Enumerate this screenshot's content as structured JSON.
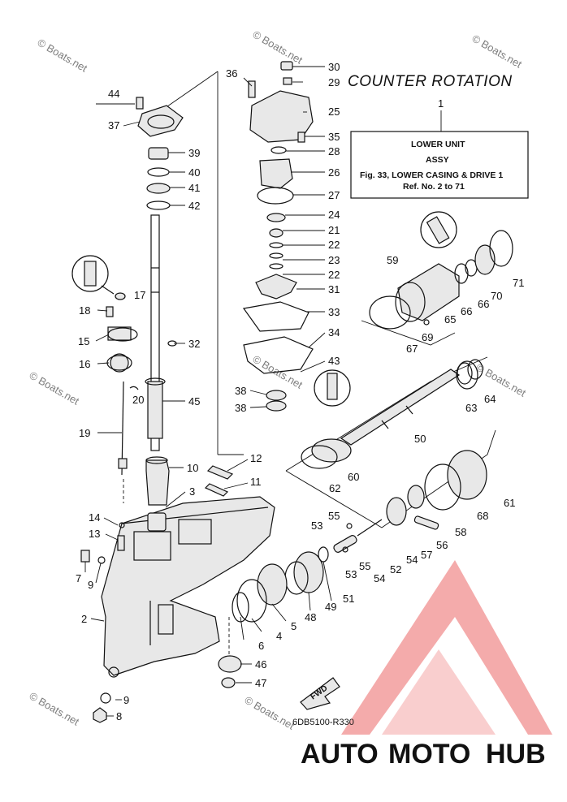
{
  "header": {
    "title": "COUNTER ROTATION"
  },
  "info_box": {
    "ref_number": "1",
    "line1": "LOWER UNIT",
    "line2": "ASSY",
    "line3": "Fig. 33, LOWER CASING & DRIVE 1",
    "line4": "Ref. No. 2 to 71"
  },
  "drawing_code": "6DB5100-R330",
  "fwd_label": "FWD",
  "watermark": "© Boats.net",
  "brand": {
    "part1": "AUTO",
    "part2": "MOTO",
    "part3": "HUB"
  },
  "callouts": {
    "c2": "2",
    "c3": "3",
    "c4": "4",
    "c5": "5",
    "c6": "6",
    "c7": "7",
    "c8": "8",
    "c9a": "9",
    "c9b": "9",
    "c10": "10",
    "c11": "11",
    "c12": "12",
    "c13": "13",
    "c14": "14",
    "c15": "15",
    "c16": "16",
    "c17": "17",
    "c18": "18",
    "c19": "19",
    "c20": "20",
    "c21": "21",
    "c22a": "22",
    "c22b": "22",
    "c23": "23",
    "c24": "24",
    "c25": "25",
    "c26": "26",
    "c27": "27",
    "c28": "28",
    "c29": "29",
    "c30": "30",
    "c31": "31",
    "c32": "32",
    "c33": "33",
    "c34": "34",
    "c35": "35",
    "c36": "36",
    "c37": "37",
    "c38a": "38",
    "c38b": "38",
    "c39": "39",
    "c40": "40",
    "c41": "41",
    "c42": "42",
    "c43": "43",
    "c44": "44",
    "c45": "45",
    "c46": "46",
    "c47": "47",
    "c48": "48",
    "c49": "49",
    "c50": "50",
    "c51": "51",
    "c52": "52",
    "c53a": "53",
    "c53b": "53",
    "c54a": "54",
    "c54b": "54",
    "c55a": "55",
    "c55b": "55",
    "c56": "56",
    "c57": "57",
    "c58": "58",
    "c59": "59",
    "c60": "60",
    "c61": "61",
    "c62": "62",
    "c63": "63",
    "c64": "64",
    "c65": "65",
    "c66a": "66",
    "c66b": "66",
    "c67": "67",
    "c68": "68",
    "c69": "69",
    "c70": "70",
    "c71": "71"
  }
}
